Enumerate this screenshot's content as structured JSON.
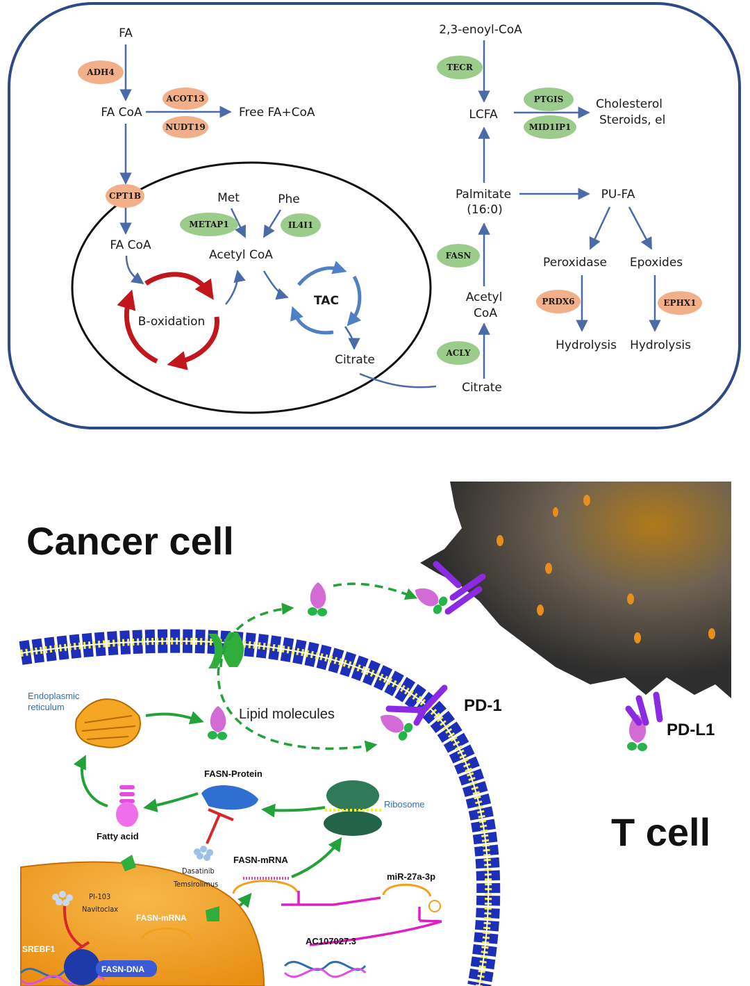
{
  "pathway": {
    "nodes": {
      "fa": "FA",
      "fa_coa": "FA CoA",
      "free_fa": "Free FA+CoA",
      "fa_coa_mito": "FA CoA",
      "met": "Met",
      "phe": "Phe",
      "acetyl_coa_mito": "Acetyl CoA",
      "b_oxidation": "B-oxidation",
      "tac": "TAC",
      "citrate_mito": "Citrate",
      "enoyl_coa": "2,3-enoyl-CoA",
      "lcfa": "LCFA",
      "cholesterol": "Cholesterol",
      "steroids": "Steroids, el",
      "palmitate_1": "Palmitate",
      "palmitate_2": "(16:0)",
      "pufa": "PU-FA",
      "acetyl_1": "Acetyl",
      "acetyl_2": "CoA",
      "citrate": "Citrate",
      "peroxidase": "Peroxidase",
      "epoxides": "Epoxides",
      "hydrolysis_1": "Hydrolysis",
      "hydrolysis_2": "Hydrolysis"
    },
    "enzymes": {
      "adh4": "ADH4",
      "acot13": "ACOT13",
      "nudt19": "NUDT19",
      "cpt1b": "CPT1B",
      "metap1": "METAP1",
      "il4i1": "IL4I1",
      "tecr": "TECR",
      "ptgis": "PTGIS",
      "mid1ip1": "MID1IP1",
      "fasn": "FASN",
      "acly": "ACLY",
      "prdx6": "PRDX6",
      "ephx1": "EPHX1"
    },
    "colors": {
      "border": "#2e4a86",
      "arrow": "#4a6aa8",
      "enzyme_orange": "#f2b08a",
      "enzyme_green": "#9ccc8c",
      "b_oxidation": "#c0161c",
      "tac": "#4f7fc4"
    }
  },
  "cell": {
    "cancer_cell": "Cancer cell",
    "t_cell": "T cell",
    "er": [
      "Endoplasmic",
      "reticulum"
    ],
    "lipid": "Lipid molecules",
    "pd1": "PD-1",
    "pdl1": "PD-L1",
    "fasn_protein": "FASN-Protein",
    "ribosome": "Ribosome",
    "fatty_acid": "Fatty acid",
    "dasatinib": "Dasatinib",
    "temsirolimus": "Temsirolimus",
    "fasn_mrna_cyto": "FASN-mRNA",
    "fasn_mrna_nuc": "FASN-mRNA",
    "mir": "miR-27a-3p",
    "pi103": "PI-103",
    "navitoclax": "Navitoclax",
    "srebf1": "SREBF1",
    "fasn_dna": "FASN-DNA",
    "ac107027": "AC107027.3",
    "colors": {
      "membrane_blue": "#1d2fb8",
      "membrane_yellow": "#f4ef3a",
      "nucleus": "#f3a62a",
      "arrow_green": "#23a23a",
      "inhibit_red": "#d9262b",
      "inhibit_magenta": "#e01ec4",
      "t_cell": "#3a3a3a",
      "lipid_pink": "#d36bd6"
    }
  }
}
